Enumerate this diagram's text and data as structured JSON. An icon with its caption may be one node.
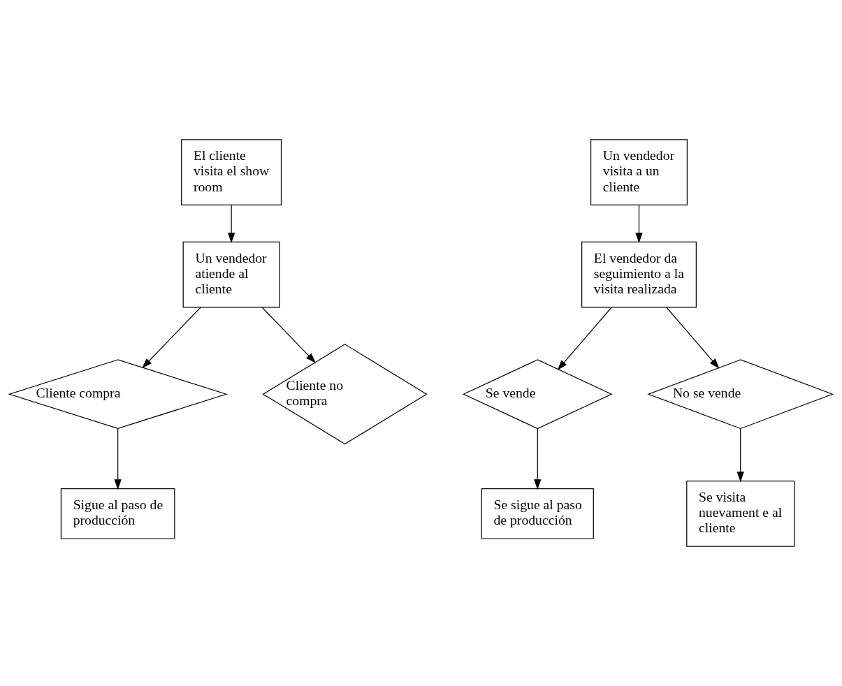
{
  "diagram": {
    "nodes": [
      {
        "text": [
          "El cliente visita el show room"
        ]
      },
      {
        "text": [
          "Un vendedor atiende al cliente"
        ]
      },
      {
        "text": [
          "Cliente compra"
        ]
      },
      {
        "text": [
          "Cliente no compra"
        ]
      },
      {
        "text": [
          "Sigue al paso de producción"
        ]
      },
      {
        "text": [
          "Un vendedor visita a un cliente"
        ]
      },
      {
        "text": [
          "El vendedor da seguimiento a la visita realizada"
        ]
      },
      {
        "text": [
          "Se vende"
        ]
      },
      {
        "text": [
          "No se vende"
        ]
      },
      {
        "text": [
          "Se sigue al paso de producción"
        ]
      },
      {
        "text": [
          "Se visita nuevament e al cliente"
        ]
      }
    ],
    "edges": [
      {
        "from": 0,
        "to": 1,
        "arrow": "to"
      },
      {
        "from": 1,
        "to": 2,
        "arrow": "to"
      },
      {
        "from": 1,
        "to": 3,
        "arrow": "to"
      },
      {
        "from": 2,
        "to": 4,
        "arrow": "to"
      },
      {
        "from": 5,
        "to": 6,
        "arrow": "to"
      },
      {
        "from": 6,
        "to": 7,
        "arrow": "to"
      },
      {
        "from": 6,
        "to": 8,
        "arrow": "to"
      },
      {
        "from": 7,
        "to": 9,
        "arrow": "to"
      },
      {
        "from": 8,
        "to": 10,
        "arrow": "to"
      }
    ]
  }
}
